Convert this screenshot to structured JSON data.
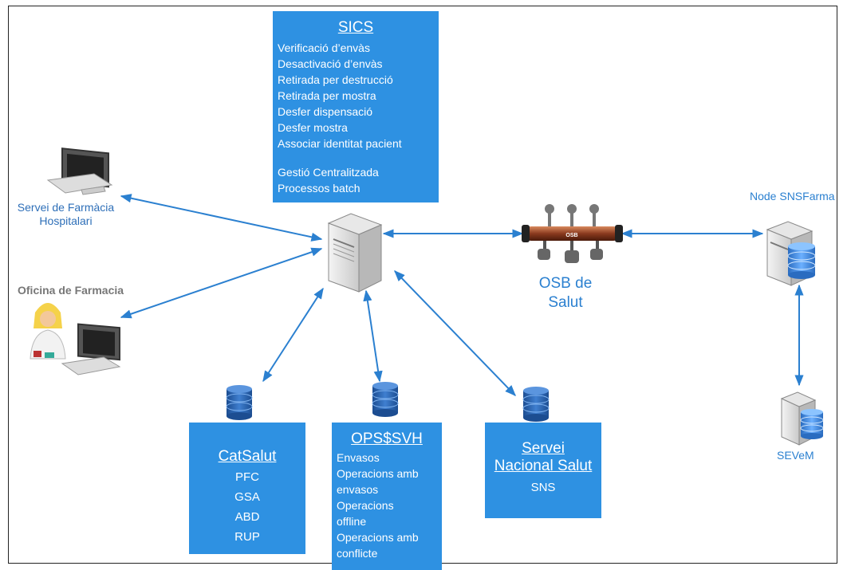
{
  "sics": {
    "title": "SICS",
    "items": [
      "Verificació d’envàs",
      "Desactivació d’envàs",
      "Retirada per destrucció",
      "Retirada per mostra",
      "Desfer dispensació",
      "Desfer mostra",
      "Associar identitat pacient"
    ],
    "items2": [
      "Gestió Centralitzada",
      "Processos batch"
    ]
  },
  "catsalut": {
    "title": "CatSalut",
    "items": [
      "PFC",
      "GSA",
      "ABD",
      "RUP"
    ]
  },
  "ops": {
    "title": "OPS$SVH",
    "items": [
      "Envasos",
      "Operacions amb",
      "envasos",
      "Operacions",
      "offline",
      "Operacions amb",
      "conflicte"
    ]
  },
  "sns": {
    "title_line1": "Servei",
    "title_line2": "Nacional Salut",
    "item": "SNS"
  },
  "labels": {
    "farm_hosp_line1": "Servei de Farmàcia",
    "farm_hosp_line2": "Hospitalari",
    "oficina": "Oficina de Farmacia",
    "osb_line1": "OSB de",
    "osb_line2": "Salut",
    "osb_tag": "OSB",
    "node": "Node SNSFarma",
    "sevem": "SEVeM"
  },
  "colors": {
    "box": "#2e91e2",
    "arrow": "#2b80d0",
    "label": "#2b80d0"
  }
}
